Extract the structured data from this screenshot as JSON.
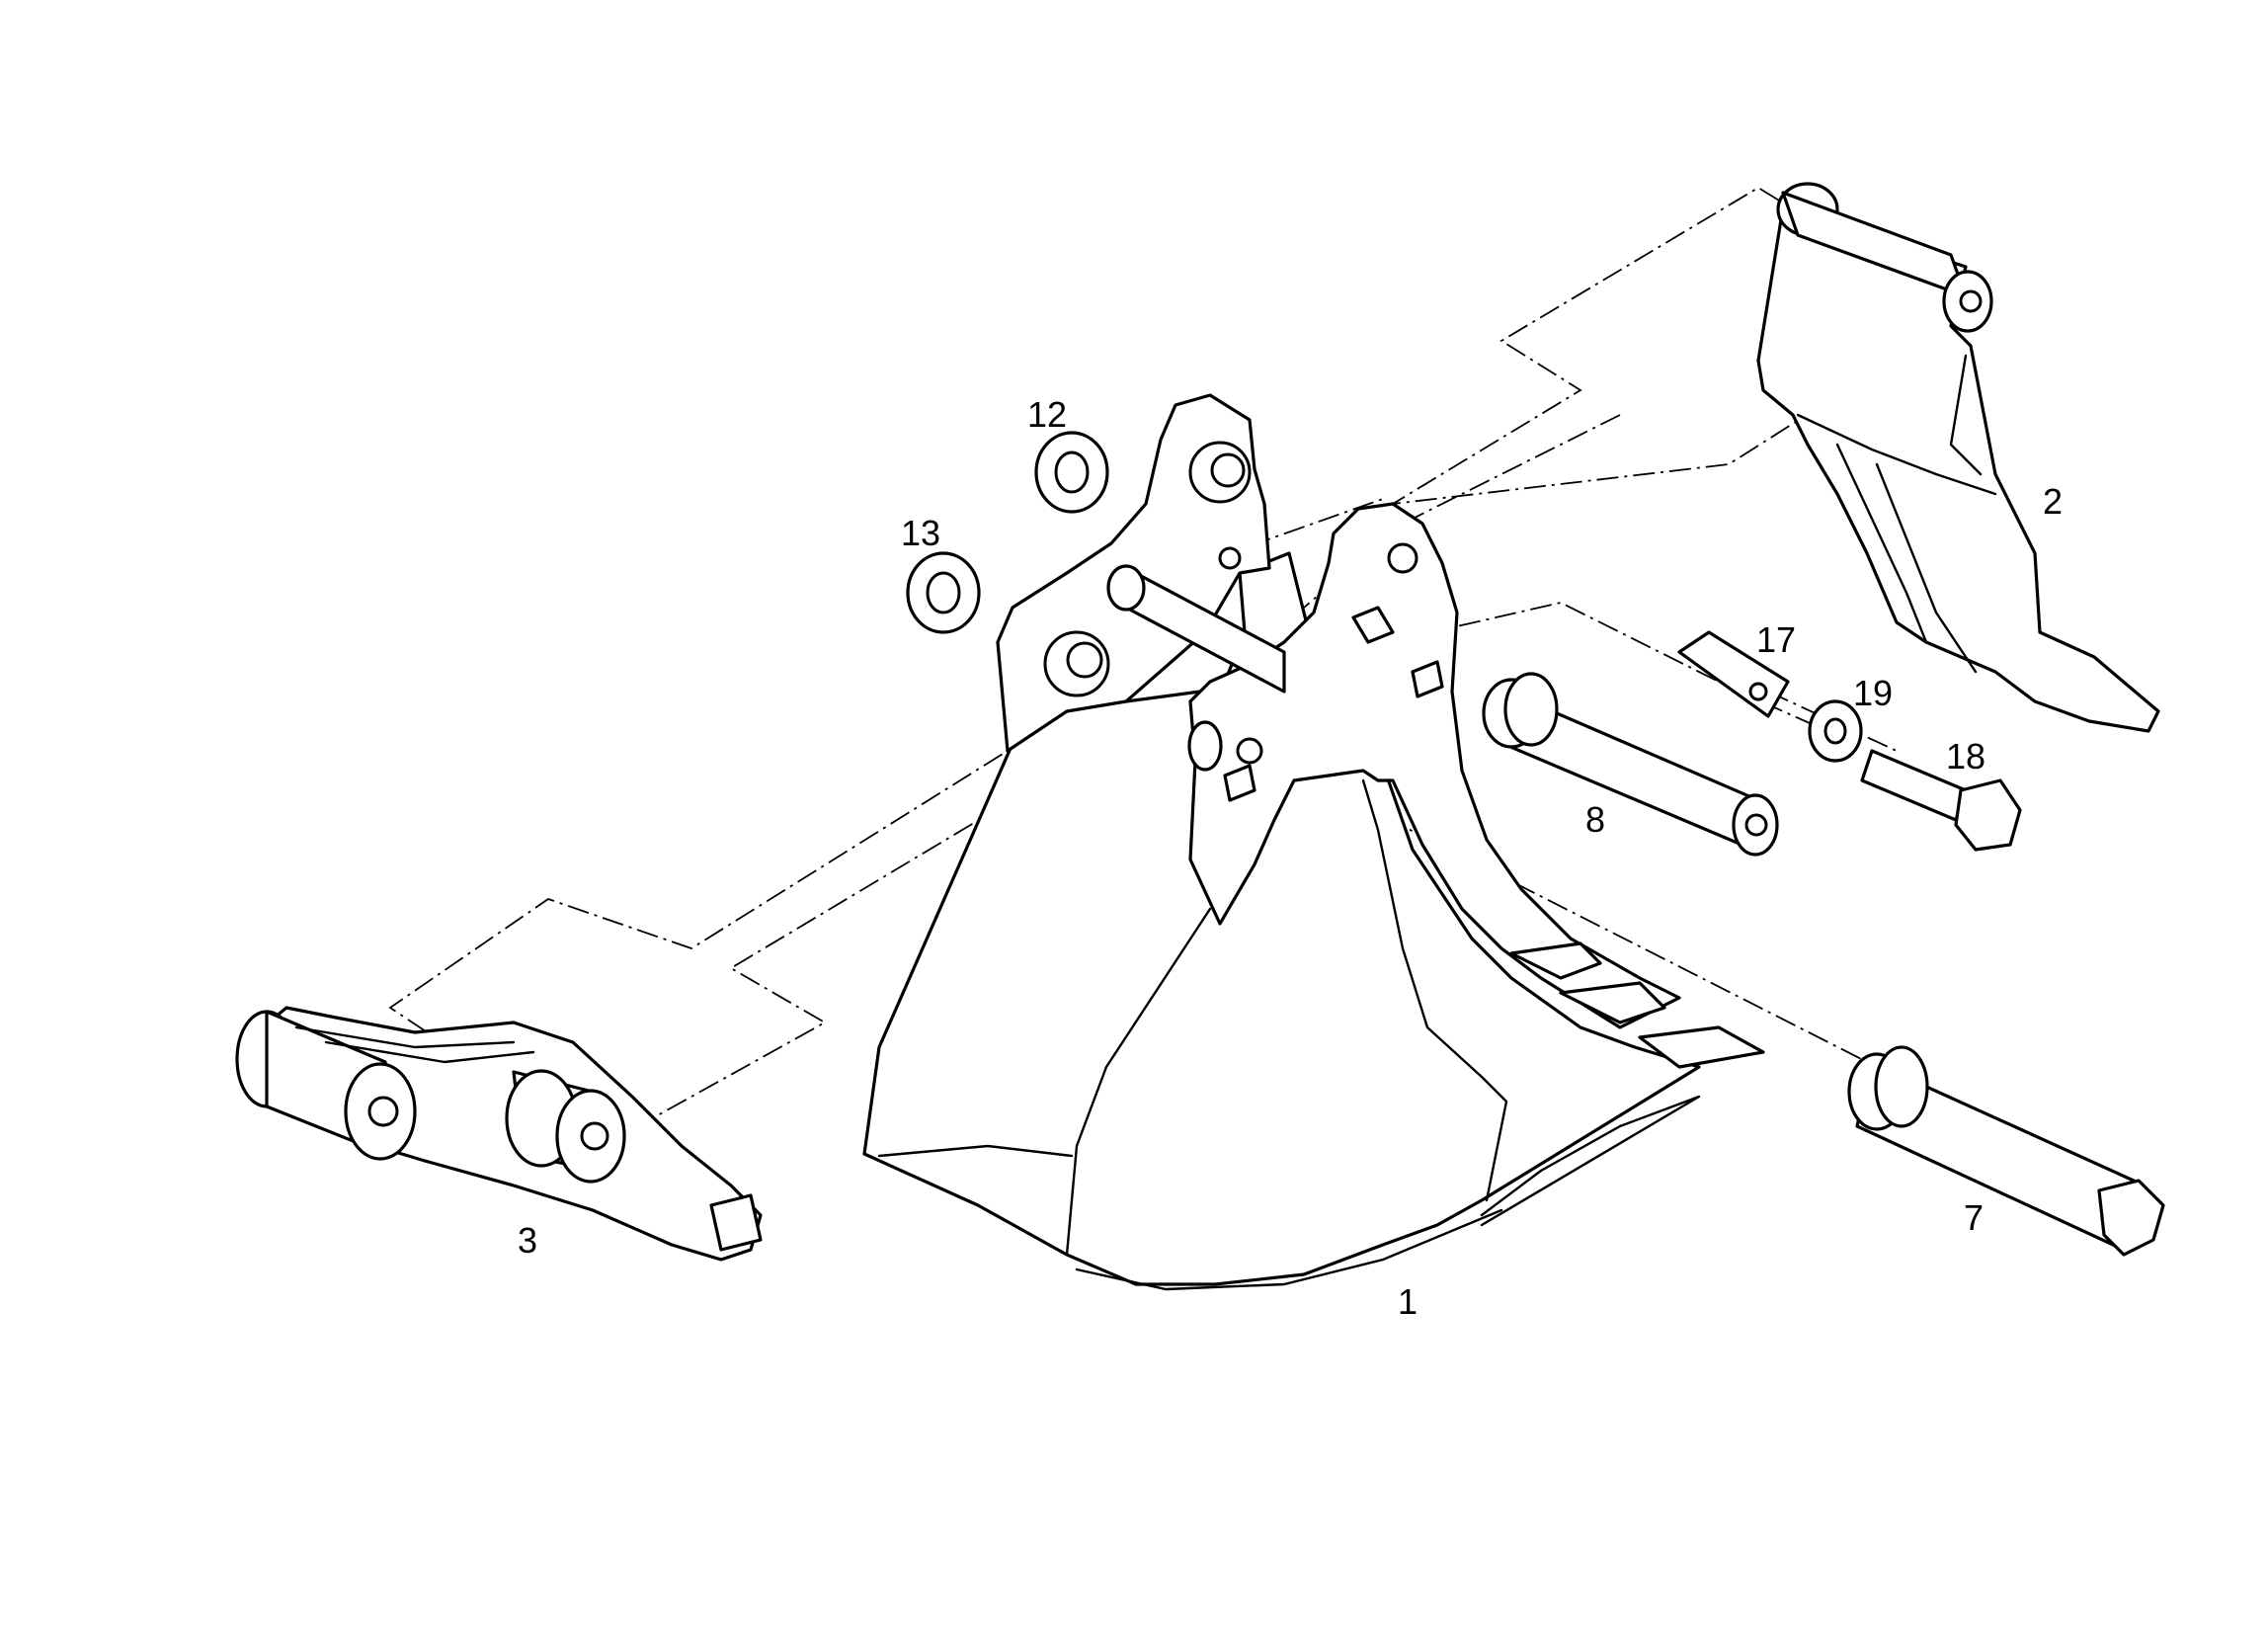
{
  "diagram": {
    "type": "exploded-parts",
    "colors": {
      "line": "#000000",
      "background": "#ffffff"
    },
    "callouts": {
      "bucket": "1",
      "side_link": "2",
      "bucket_link": "3",
      "pin_lower": "7",
      "pin_upper": "8",
      "shim_large": "12",
      "shim_small": "13",
      "lock_plate": "17",
      "bolt": "18",
      "washer": "19"
    }
  }
}
